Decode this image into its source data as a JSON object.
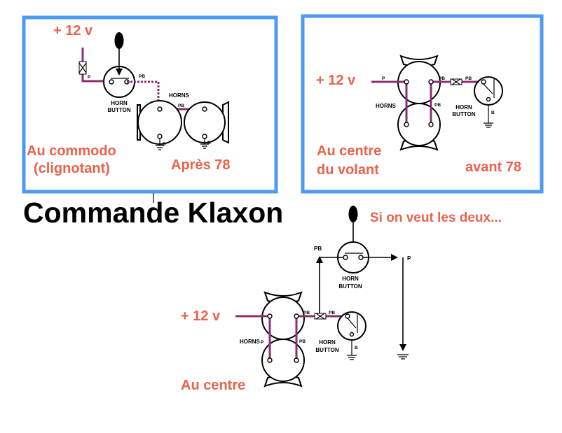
{
  "title": "Commande Klaxon",
  "note": "Si on veut les deux...",
  "panel_left": {
    "supply": "+ 12 v",
    "wire_p": "P",
    "wire_pb1": "PB",
    "wire_pb2": "PB",
    "horns": "HORNS",
    "btn_line1": "HORN",
    "btn_line2": "BUTTON",
    "b1": "B",
    "b2": "B",
    "loc_line1": "Au commodo",
    "loc_line2": "(clignotant)",
    "era": "Après 78"
  },
  "panel_right": {
    "supply": "+ 12 v",
    "wire_p": "P",
    "wire_pb1": "PB",
    "wire_pb2": "PB",
    "wire_pb3": "PB",
    "horns": "HORNS",
    "btn_line1": "HORN",
    "btn_line2": "BUTTON",
    "b": "B",
    "loc_line1": "Au centre",
    "loc_line2": "du volant",
    "era": "avant 78"
  },
  "combo": {
    "supply": "+ 12 v",
    "pb_top": "PB",
    "p_right": "P",
    "top_btn_line1": "HORN",
    "top_btn_line2": "BUTTON",
    "wire_p": "P",
    "wire_pb1": "PB",
    "wire_pb2": "PB",
    "wire_pb3": "PB",
    "horns": "HORNS",
    "btn_line1": "HORN",
    "btn_line2": "BUTTON",
    "b": "B",
    "loc": "Au centre"
  }
}
